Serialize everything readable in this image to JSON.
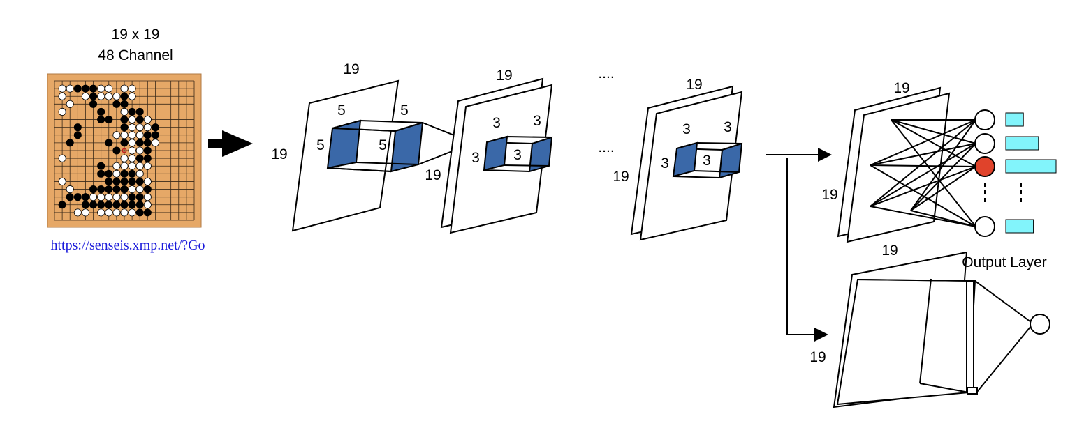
{
  "board": {
    "size_label": "19 x 19",
    "channel_label": "48 Channel",
    "source_link": "https://senseis.xmp.net/?Go",
    "board_color": "#e6a867",
    "grid_size": 19
  },
  "layers": {
    "conv1": {
      "depth_label": "19",
      "side_label": "19",
      "kernel_top_a": "5",
      "kernel_top_b": "5",
      "kernel_left": "5",
      "kernel_inner": "5"
    },
    "conv2": {
      "depth_label": "19",
      "side_label": "19",
      "kernel_top_a": "3",
      "kernel_top_b": "3",
      "kernel_left": "3",
      "kernel_inner": "3"
    },
    "ellipsis_top": "....",
    "ellipsis_mid": "....",
    "convN": {
      "depth_label": "19",
      "side_label": "19",
      "kernel_top_a": "3",
      "kernel_top_b": "3",
      "kernel_left": "3",
      "kernel_inner": "3"
    },
    "policy": {
      "depth_label": "19",
      "side_label": "19"
    },
    "value": {
      "depth_label": "19",
      "side_label": "19"
    },
    "output_label": "Output Layer"
  },
  "colors": {
    "kernel": "#3a68a8",
    "active_node": "#e0432b",
    "prob_bar": "#82f4fb",
    "link": "#1a1adb"
  },
  "policy_bars": [
    0.35,
    0.65,
    1.0,
    0.55
  ],
  "active_node_index": 2,
  "stones": {
    "black": [
      [
        3,
        1
      ],
      [
        4,
        1
      ],
      [
        5,
        2
      ],
      [
        5,
        1
      ],
      [
        5,
        3
      ],
      [
        6,
        4
      ],
      [
        6,
        5
      ],
      [
        7,
        5
      ],
      [
        8,
        3
      ],
      [
        9,
        2
      ],
      [
        9,
        3
      ],
      [
        9,
        5
      ],
      [
        9,
        6
      ],
      [
        10,
        4
      ],
      [
        11,
        4
      ],
      [
        11,
        5
      ],
      [
        3,
        6
      ],
      [
        3,
        7
      ],
      [
        2,
        8
      ],
      [
        6,
        12
      ],
      [
        6,
        11
      ],
      [
        7,
        12
      ],
      [
        7,
        13
      ],
      [
        8,
        13
      ],
      [
        9,
        13
      ],
      [
        10,
        13
      ],
      [
        10,
        12
      ],
      [
        9,
        14
      ],
      [
        8,
        14
      ],
      [
        7,
        14
      ],
      [
        6,
        14
      ],
      [
        5,
        14
      ],
      [
        4,
        15
      ],
      [
        3,
        15
      ],
      [
        4,
        16
      ],
      [
        5,
        16
      ],
      [
        6,
        16
      ],
      [
        7,
        16
      ],
      [
        8,
        16
      ],
      [
        9,
        16
      ],
      [
        10,
        16
      ],
      [
        10,
        15
      ],
      [
        11,
        15
      ],
      [
        11,
        16
      ],
      [
        11,
        17
      ],
      [
        12,
        17
      ],
      [
        9,
        12
      ],
      [
        12,
        14
      ],
      [
        2,
        15
      ],
      [
        1,
        16
      ],
      [
        11,
        8
      ],
      [
        12,
        8
      ],
      [
        12,
        7
      ],
      [
        12,
        9
      ],
      [
        13,
        6
      ],
      [
        13,
        7
      ],
      [
        12,
        10
      ],
      [
        11,
        10
      ],
      [
        8,
        9
      ],
      [
        9,
        8
      ],
      [
        7,
        8
      ],
      [
        11,
        13
      ]
    ],
    "white": [
      [
        1,
        1
      ],
      [
        2,
        1
      ],
      [
        1,
        2
      ],
      [
        6,
        1
      ],
      [
        7,
        1
      ],
      [
        8,
        2
      ],
      [
        7,
        2
      ],
      [
        6,
        2
      ],
      [
        9,
        1
      ],
      [
        10,
        1
      ],
      [
        10,
        2
      ],
      [
        9,
        4
      ],
      [
        10,
        5
      ],
      [
        10,
        6
      ],
      [
        10,
        7
      ],
      [
        11,
        6
      ],
      [
        12,
        6
      ],
      [
        12,
        5
      ],
      [
        11,
        7
      ],
      [
        10,
        8
      ],
      [
        9,
        7
      ],
      [
        8,
        7
      ],
      [
        11,
        9
      ],
      [
        11,
        11
      ],
      [
        11,
        12
      ],
      [
        10,
        11
      ],
      [
        10,
        10
      ],
      [
        10,
        9
      ],
      [
        9,
        10
      ],
      [
        9,
        11
      ],
      [
        8,
        11
      ],
      [
        8,
        12
      ],
      [
        12,
        13
      ],
      [
        12,
        15
      ],
      [
        12,
        16
      ],
      [
        11,
        14
      ],
      [
        10,
        14
      ],
      [
        9,
        15
      ],
      [
        8,
        15
      ],
      [
        7,
        15
      ],
      [
        6,
        15
      ],
      [
        5,
        15
      ],
      [
        6,
        17
      ],
      [
        4,
        17
      ],
      [
        3,
        17
      ],
      [
        7,
        17
      ],
      [
        8,
        17
      ],
      [
        9,
        17
      ],
      [
        10,
        17
      ],
      [
        1,
        4
      ],
      [
        1,
        10
      ],
      [
        1,
        13
      ],
      [
        2,
        14
      ],
      [
        13,
        8
      ],
      [
        12,
        11
      ],
      [
        4,
        2
      ],
      [
        2,
        3
      ]
    ]
  }
}
